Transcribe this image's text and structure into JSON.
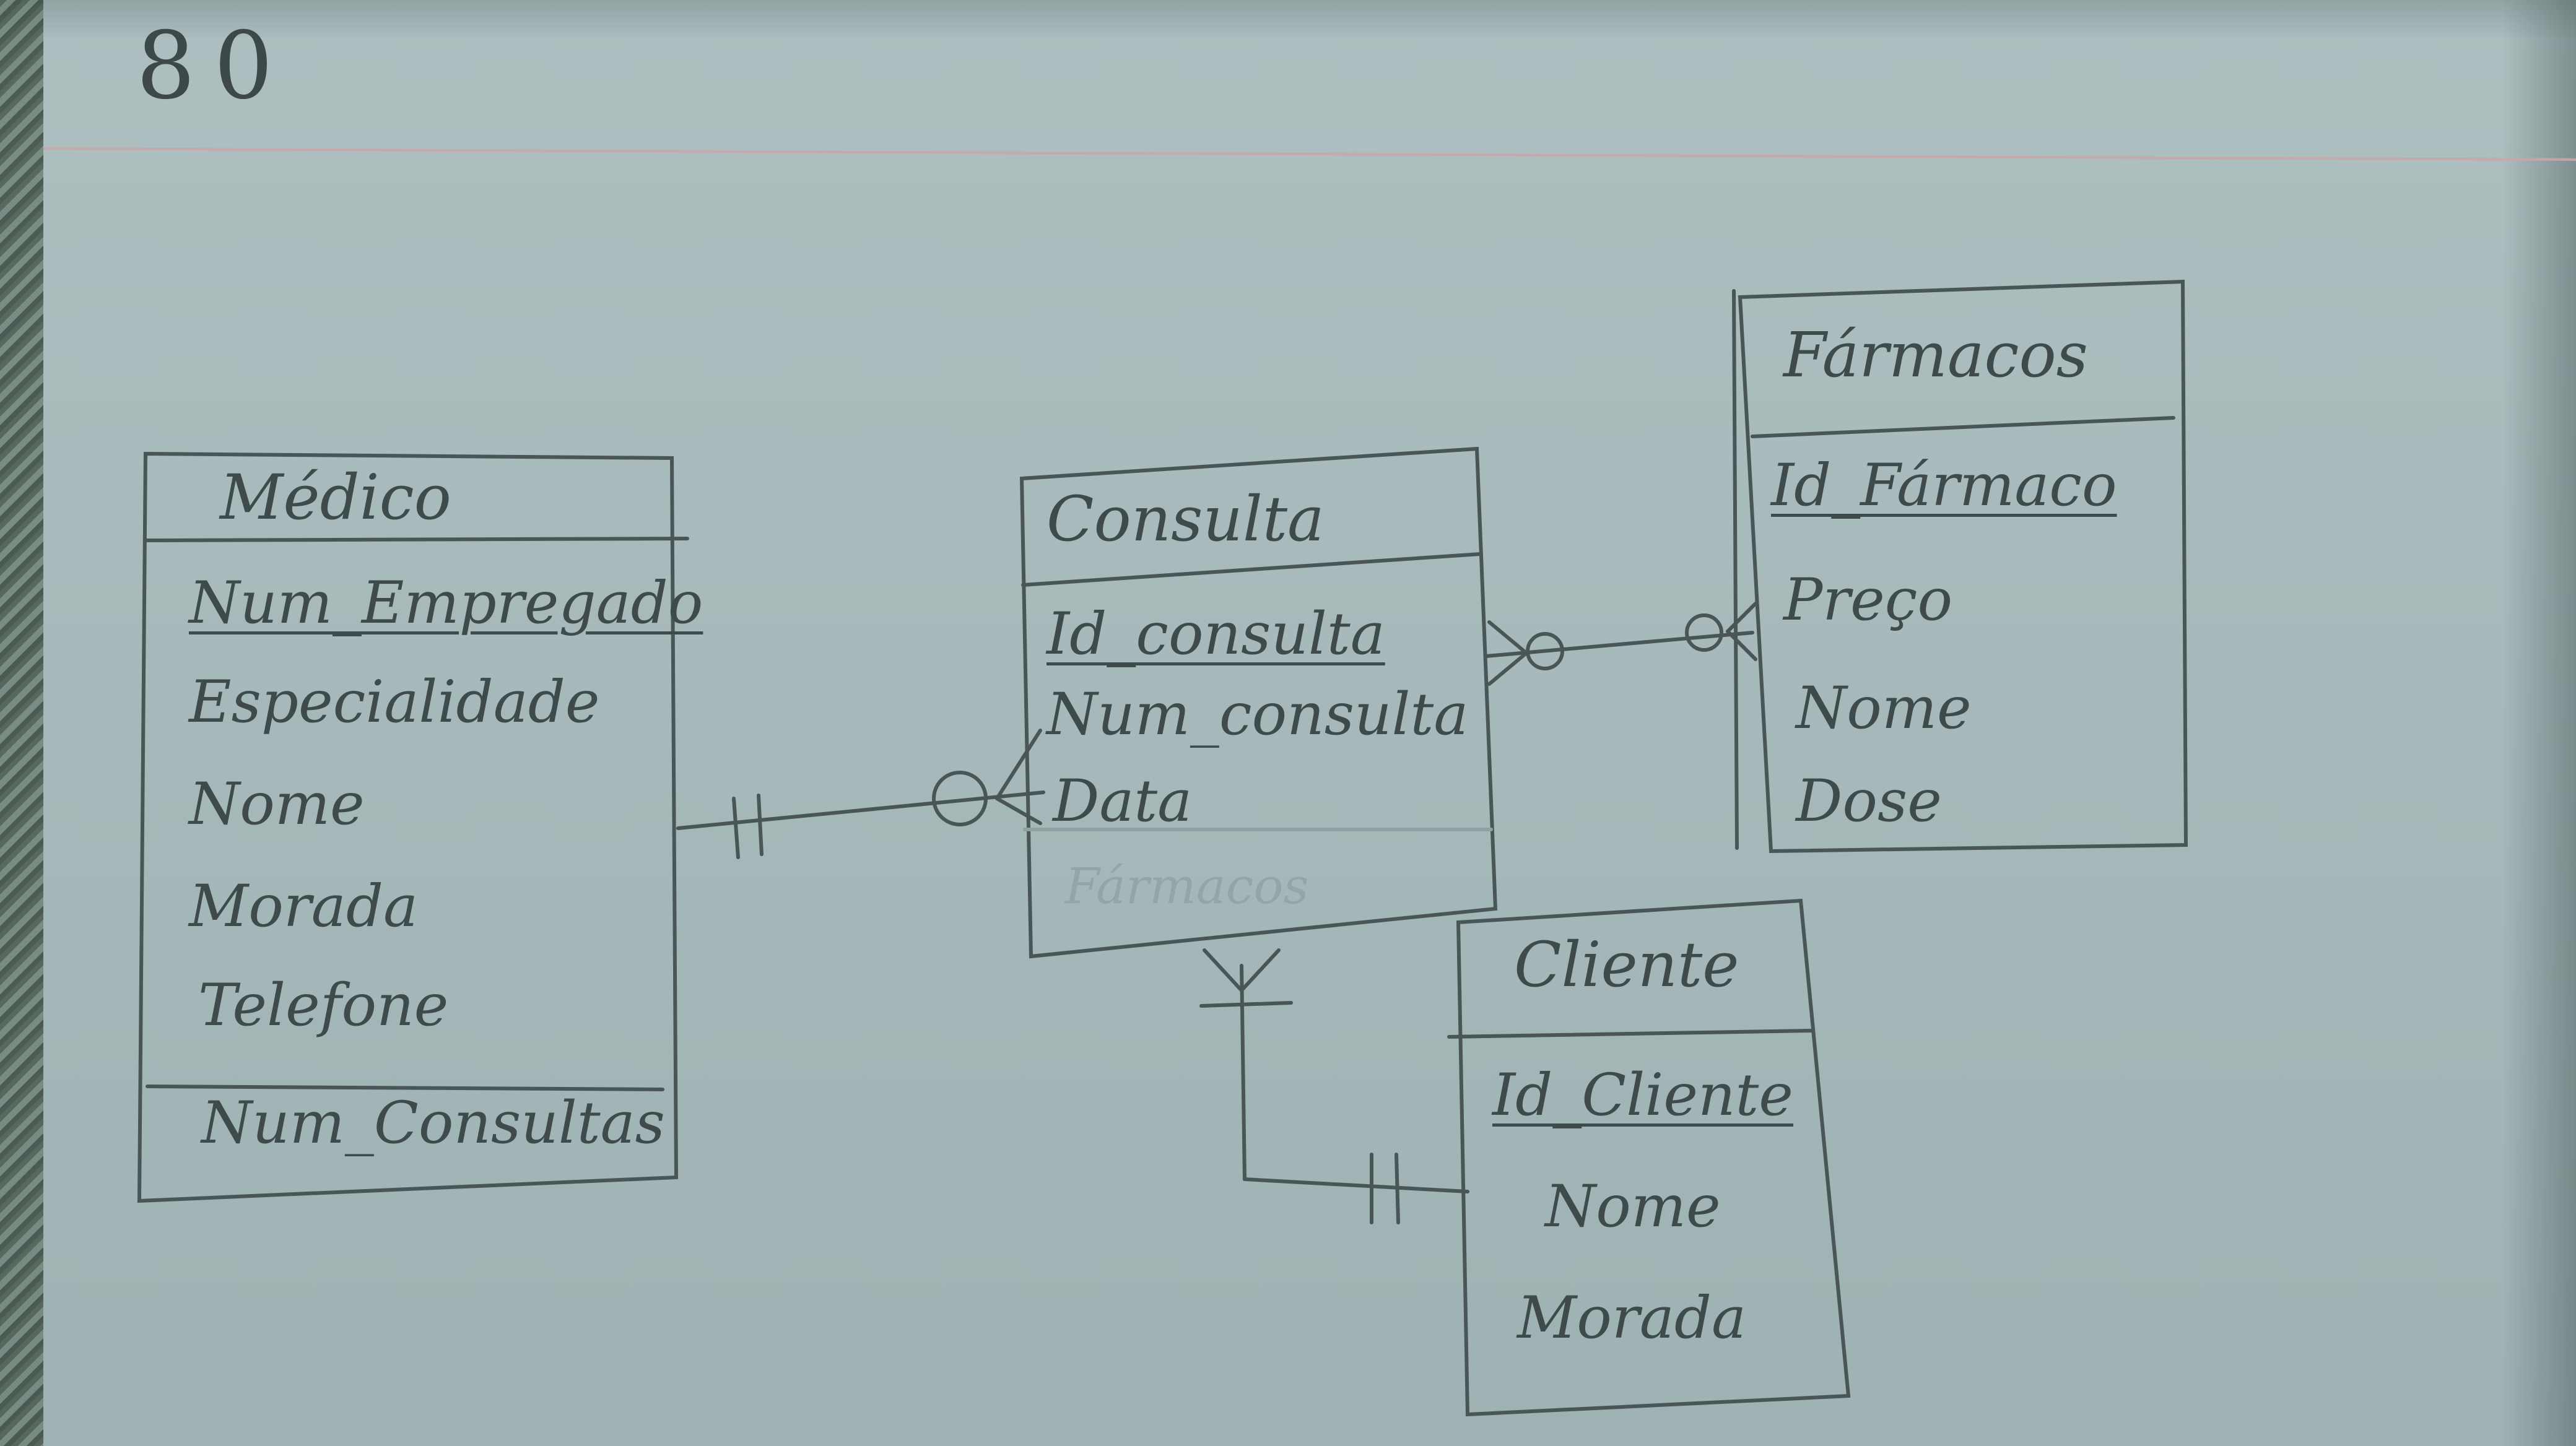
{
  "page_number": "80",
  "entities": {
    "medico": {
      "title": "Médico",
      "attributes": [
        "Num_Empregado",
        "Especialidade",
        "Nome",
        "Morada",
        "Telefone",
        "Num_Consultas"
      ]
    },
    "consulta": {
      "title": "Consulta",
      "attributes": [
        "Id_consulta",
        "Num_consulta",
        "Data",
        "Fármacos"
      ]
    },
    "farmacos": {
      "title": "Fármacos",
      "attributes": [
        "Id_Fármaco",
        "Preço",
        "Nome",
        "Dose"
      ]
    },
    "cliente": {
      "title": "Cliente",
      "attributes": [
        "Id_Cliente",
        "Nome",
        "Morada"
      ]
    }
  },
  "relationships": [
    {
      "from": "Médico",
      "from_cardinality": "one-and-only-one",
      "to": "Consulta",
      "to_cardinality": "zero-or-many"
    },
    {
      "from": "Consulta",
      "from_cardinality": "zero-or-many",
      "to": "Fármacos",
      "to_cardinality": "zero-or-many"
    },
    {
      "from": "Consulta",
      "from_cardinality": "one-or-many",
      "to": "Cliente",
      "to_cardinality": "one-and-only-one"
    }
  ],
  "colors": {
    "paper": "#a9bbbc",
    "pencil": "#3f4a4b",
    "margin_line": "#c9a7a8"
  }
}
